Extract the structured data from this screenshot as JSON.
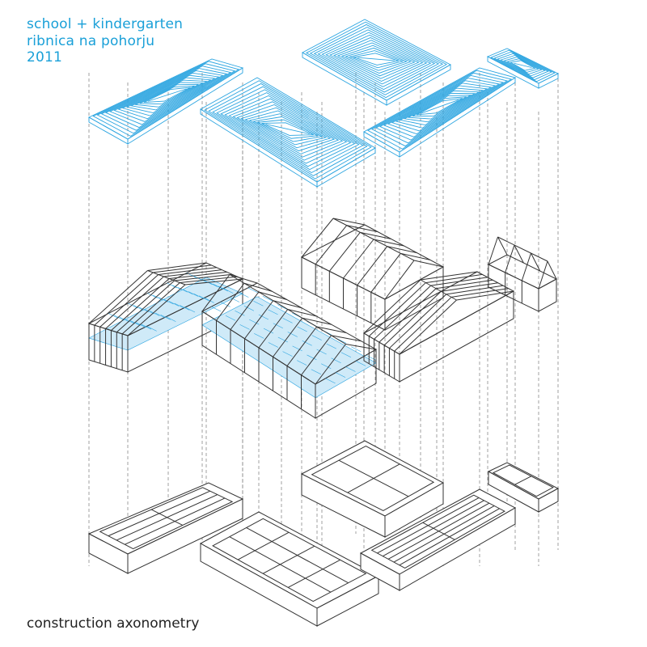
{
  "title": {
    "line1": "school + kindergarten",
    "line2": "ribnica na pohorju",
    "line3": "2011"
  },
  "caption": "construction axonometry",
  "colors": {
    "accent": "#1aa0d8",
    "roof_lines": "#2aa4e0",
    "roof_fill": "#cfeaf8",
    "structure": "#333333",
    "projection": "#8a8a8a"
  },
  "layers": [
    "roof",
    "structure",
    "foundation"
  ]
}
